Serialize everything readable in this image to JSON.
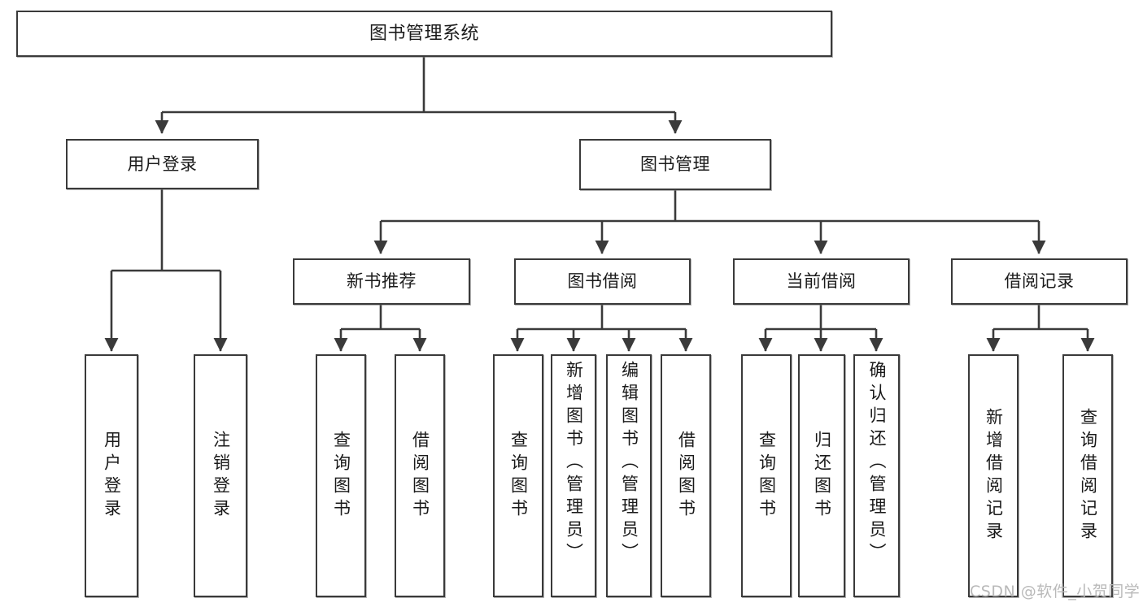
{
  "diagram": {
    "type": "tree-hierarchy",
    "title": "图书管理系统",
    "orientation": "top-down",
    "colors": {
      "background": "#ffffff",
      "node_border": "#3a3a3a",
      "node_fill": "#ffffff",
      "edge": "#3a3a3a",
      "text": "#1a1a1a",
      "watermark": "#b9b9b9"
    },
    "nodes": {
      "root": {
        "label": "图书管理系统",
        "level": 1
      },
      "user_login": {
        "label": "用户登录",
        "level": 2
      },
      "book_manage": {
        "label": "图书管理",
        "level": 2
      },
      "new_book_rec": {
        "label": "新书推荐",
        "level": 3
      },
      "book_borrow": {
        "label": "图书借阅",
        "level": 3
      },
      "current_borrow": {
        "label": "当前借阅",
        "level": 3
      },
      "borrow_record": {
        "label": "借阅记录",
        "level": 3
      },
      "leaf_user_login": {
        "label": "用户登录",
        "level": 4
      },
      "leaf_logout": {
        "label": "注销登录",
        "level": 4
      },
      "leaf_query_book_1": {
        "label": "查询图书",
        "level": 4
      },
      "leaf_borrow_book_1": {
        "label": "借阅图书",
        "level": 4
      },
      "leaf_query_book_2": {
        "label": "查询图书",
        "level": 4
      },
      "leaf_add_book_admin": {
        "label": "新增图书（管理员）",
        "level": 4
      },
      "leaf_edit_book_admin": {
        "label": "编辑图书（管理员）",
        "level": 4
      },
      "leaf_borrow_book_2": {
        "label": "借阅图书",
        "level": 4
      },
      "leaf_query_book_3": {
        "label": "查询图书",
        "level": 4
      },
      "leaf_return_book": {
        "label": "归还图书",
        "level": 4
      },
      "leaf_confirm_return_admin": {
        "label": "确认归还（管理员）",
        "level": 4
      },
      "leaf_add_borrow_record": {
        "label": "新增借阅记录",
        "level": 4
      },
      "leaf_query_borrow_record": {
        "label": "查询借阅记录",
        "level": 4
      }
    },
    "edges": [
      {
        "from": "root",
        "to": "user_login"
      },
      {
        "from": "root",
        "to": "book_manage"
      },
      {
        "from": "user_login",
        "to": "leaf_user_login"
      },
      {
        "from": "user_login",
        "to": "leaf_logout"
      },
      {
        "from": "book_manage",
        "to": "new_book_rec"
      },
      {
        "from": "book_manage",
        "to": "book_borrow"
      },
      {
        "from": "book_manage",
        "to": "current_borrow"
      },
      {
        "from": "book_manage",
        "to": "borrow_record"
      },
      {
        "from": "new_book_rec",
        "to": "leaf_query_book_1"
      },
      {
        "from": "new_book_rec",
        "to": "leaf_borrow_book_1"
      },
      {
        "from": "book_borrow",
        "to": "leaf_query_book_2"
      },
      {
        "from": "book_borrow",
        "to": "leaf_add_book_admin"
      },
      {
        "from": "book_borrow",
        "to": "leaf_edit_book_admin"
      },
      {
        "from": "book_borrow",
        "to": "leaf_borrow_book_2"
      },
      {
        "from": "current_borrow",
        "to": "leaf_query_book_3"
      },
      {
        "from": "current_borrow",
        "to": "leaf_return_book"
      },
      {
        "from": "current_borrow",
        "to": "leaf_confirm_return_admin"
      },
      {
        "from": "borrow_record",
        "to": "leaf_add_borrow_record"
      },
      {
        "from": "borrow_record",
        "to": "leaf_query_borrow_record"
      }
    ]
  },
  "watermark": {
    "text": "CSDN @软件_小贺同学"
  }
}
